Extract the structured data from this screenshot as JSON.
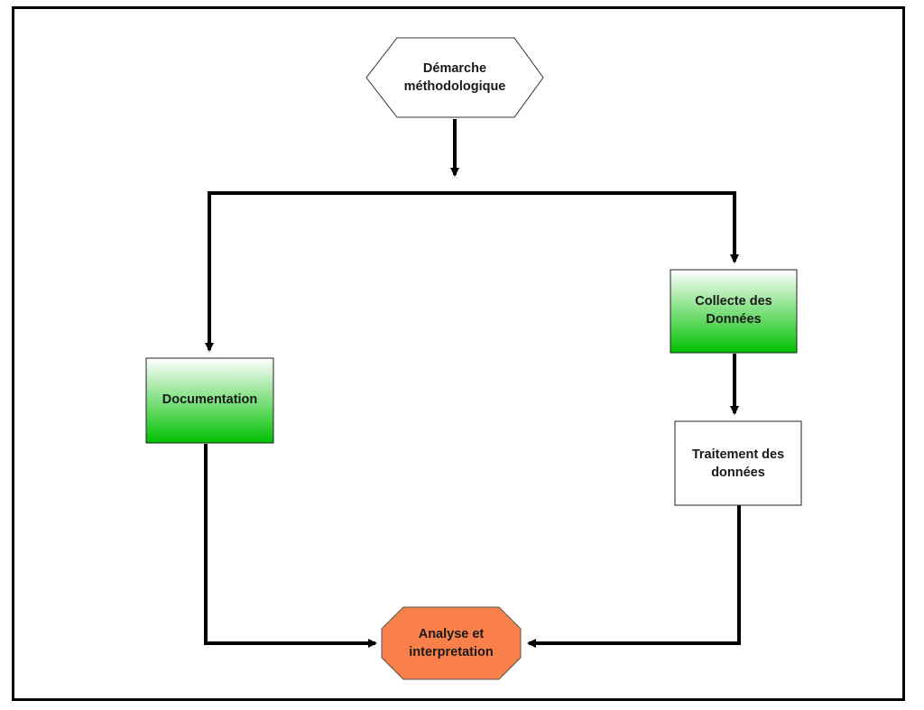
{
  "diagram": {
    "nodes": {
      "demarche": {
        "label": "Démarche\nméthodologique",
        "shape": "hexagon",
        "fill": "#ffffff"
      },
      "documentation": {
        "label": "Documentation",
        "shape": "rectangle",
        "fill_top": "#ffffff",
        "fill_bottom": "#00c000"
      },
      "collecte": {
        "label": "Collecte des\nDonnées",
        "shape": "rectangle",
        "fill_top": "#ffffff",
        "fill_bottom": "#00c000"
      },
      "traitement": {
        "label": "Traitement des\ndonnées",
        "shape": "rectangle",
        "fill": "#ffffff"
      },
      "analyse": {
        "label": "Analyse et\ninterpretation",
        "shape": "octagon",
        "fill": "#f9804a"
      }
    },
    "edges": [
      {
        "from": "demarche",
        "to": "documentation"
      },
      {
        "from": "demarche",
        "to": "collecte"
      },
      {
        "from": "collecte",
        "to": "traitement"
      },
      {
        "from": "documentation",
        "to": "analyse"
      },
      {
        "from": "traitement",
        "to": "analyse"
      }
    ]
  }
}
